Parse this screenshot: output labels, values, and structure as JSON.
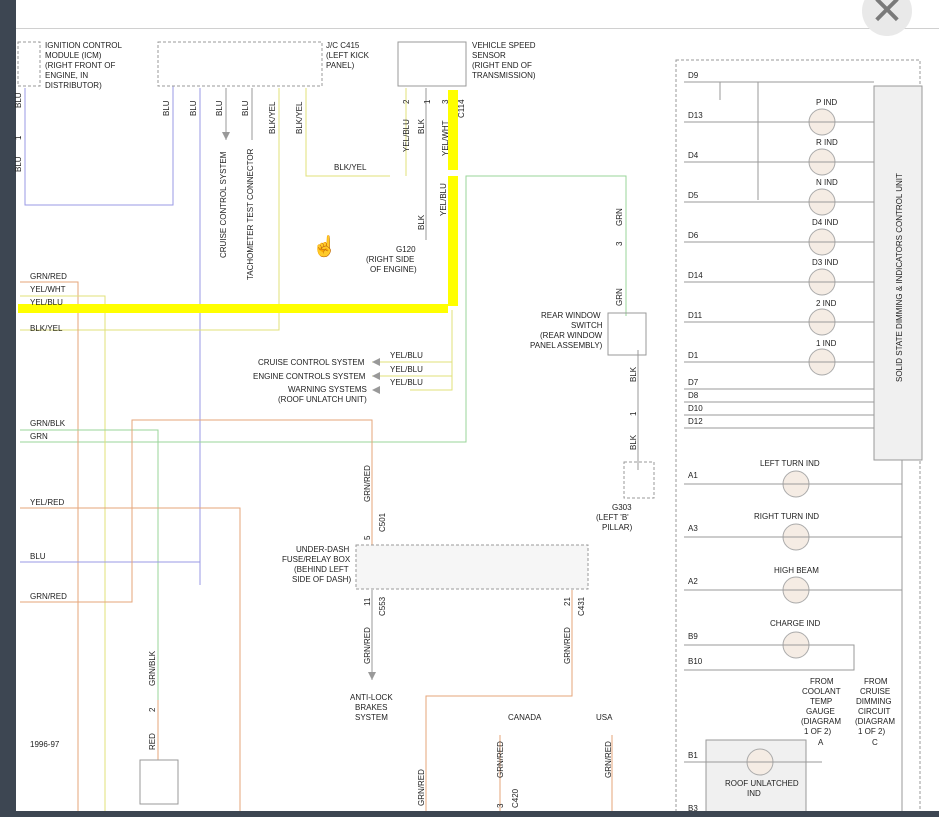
{
  "viewer": {
    "close_glyph": "✕",
    "close_icon": "close-icon",
    "cursor_icon": "hand-pointer-icon"
  },
  "components": {
    "icm": [
      "IGNITION CONTROL",
      "MODULE (ICM)",
      "(RIGHT FRONT OF",
      "ENGINE, IN",
      "DISTRIBUTOR)"
    ],
    "jc415": [
      "J/C C415",
      "(LEFT KICK",
      "PANEL)"
    ],
    "vss": [
      "VEHICLE SPEED",
      "SENSOR",
      "(RIGHT END OF",
      "TRANSMISSION)"
    ],
    "g120": [
      "G120",
      "(RIGHT SIDE",
      "OF ENGINE)"
    ],
    "rear_window_switch": [
      "REAR WINDOW",
      "SWITCH",
      "(REAR WINDOW",
      "PANEL ASSEMBLY)"
    ],
    "g303": [
      "G303",
      "(LEFT 'B'",
      "PILLAR)"
    ],
    "fuse_box": [
      "UNDER-DASH",
      "FUSE/RELAY BOX",
      "(BEHIND LEFT",
      "SIDE OF DASH)"
    ],
    "abs": [
      "ANTI-LOCK",
      "BRAKES",
      "SYSTEM"
    ],
    "control_unit": "SOLID STATE DIMMING & INDICATORS CONTROL UNIT",
    "roof_unlatched": [
      "ROOF UNLATCHED",
      "IND"
    ],
    "from_coolant": [
      "FROM",
      "COOLANT",
      "TEMP",
      "GAUGE",
      "(DIAGRAM",
      "1 OF 2)"
    ],
    "from_cruise": [
      "FROM",
      "CRUISE",
      "DIMMING",
      "CIRCUIT",
      "(DIAGRAM",
      "1 OF 2)"
    ],
    "canada": "CANADA",
    "usa": "USA",
    "year_range": "1996-97"
  },
  "systems": {
    "cruise": "CRUISE CONTROL SYSTEM",
    "engine": "ENGINE CONTROLS SYSTEM",
    "warning": [
      "WARNING SYSTEMS",
      "(ROOF UNLATCH UNIT)"
    ],
    "cruise_vertical": "CRUISE CONTROL SYSTEM",
    "tach_vertical": "TACHOMETER TEST CONNECTOR"
  },
  "wire_colors": {
    "top_blu": [
      "BLU",
      "BLU",
      "BLU",
      "BLU",
      "BLK/YEL",
      "BLK/YEL"
    ],
    "icm_blu_1": "BLU",
    "icm_blu_2": "BLU",
    "blk_yel_mid": "BLK/YEL",
    "vss_yel_blu": "YEL/BLU",
    "vss_blk": "BLK",
    "vss_yel_wht": "YEL/WHT",
    "vss_yel_blu_2": "YEL/BLU",
    "vss_blk_2": "BLK",
    "grn_1": "GRN",
    "grn_2": "GRN",
    "blk_1": "BLK",
    "blk_2": "BLK",
    "sys_yel_blu_1": "YEL/BLU",
    "sys_yel_blu_2": "YEL/BLU",
    "sys_yel_blu_3": "YEL/BLU",
    "left": [
      "GRN/RED",
      "YEL/WHT",
      "YEL/BLU",
      "BLK/YEL",
      "GRN/BLK",
      "GRN",
      "YEL/RED",
      "BLU",
      "GRN/RED"
    ],
    "grn_red_1": "GRN/RED",
    "grn_red_2": "GRN/RED",
    "grn_red_3": "GRN/RED",
    "grn_red_4": "GRN/RED",
    "grn_red_5": "GRN/RED",
    "grn_red_6": "GRN/RED",
    "grn_blk_low": "GRN/BLK",
    "red_low": "RED"
  },
  "connectors": {
    "c114": "C114",
    "vss_pins": [
      "2",
      "1",
      "3"
    ],
    "g120_pin": "3",
    "rw_pin": "1",
    "c501": "C501",
    "c501_pin": "5",
    "c553": "C553",
    "c553_pin": "11",
    "c431": "C431",
    "c431_pin": "21",
    "c420": "C420",
    "c420_pin": "3",
    "low_pin": "2",
    "icm_pin": "1"
  },
  "control_pins": [
    "D9",
    "D13",
    "D4",
    "D5",
    "D6",
    "D14",
    "D11",
    "D1",
    "D7",
    "D8",
    "D10",
    "D12",
    "A1",
    "A3",
    "A2",
    "B9",
    "B10",
    "B1",
    "B3"
  ],
  "indicators": [
    "P IND",
    "R IND",
    "N IND",
    "D4 IND",
    "D3 IND",
    "2 IND",
    "1 IND",
    "LEFT TURN IND",
    "RIGHT TURN IND",
    "HIGH BEAM",
    "CHARGE IND"
  ],
  "diagram_markers": [
    "A",
    "C"
  ],
  "colors": {
    "yellow_highlight": "#ffff00",
    "wire_blu": "#9a9ae6",
    "wire_grn": "#9ad49a",
    "wire_orange": "#e6a57a",
    "wire_yel": "#e0e07a",
    "wire_gray": "#9a9a9a",
    "frame": "#3d4652"
  }
}
